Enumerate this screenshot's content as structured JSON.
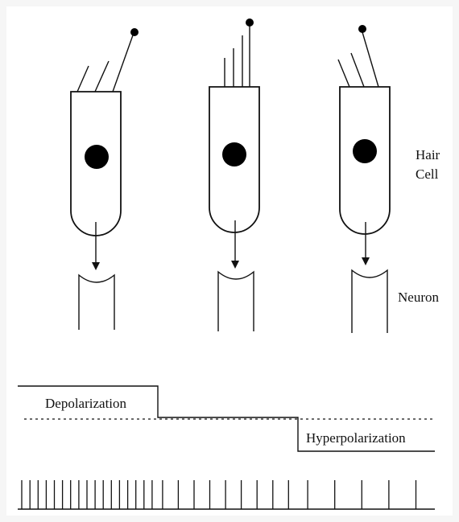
{
  "labels": {
    "hair_cell_line1": "Hair",
    "hair_cell_line2": "Cell",
    "neuron": "Neuron",
    "depolarization": "Depolarization",
    "hyperpolarization": "Hyperpolarization"
  },
  "cells": [
    {
      "state": "deflected toward tallest stereocilium"
    },
    {
      "state": "resting"
    },
    {
      "state": "deflected away from tallest stereocilium"
    }
  ],
  "spike_train": {
    "segments": [
      {
        "state": "depolarization",
        "spike_count": 17
      },
      {
        "state": "resting",
        "spike_count": 9
      },
      {
        "state": "hyperpolarization",
        "spike_count": 5
      }
    ]
  }
}
